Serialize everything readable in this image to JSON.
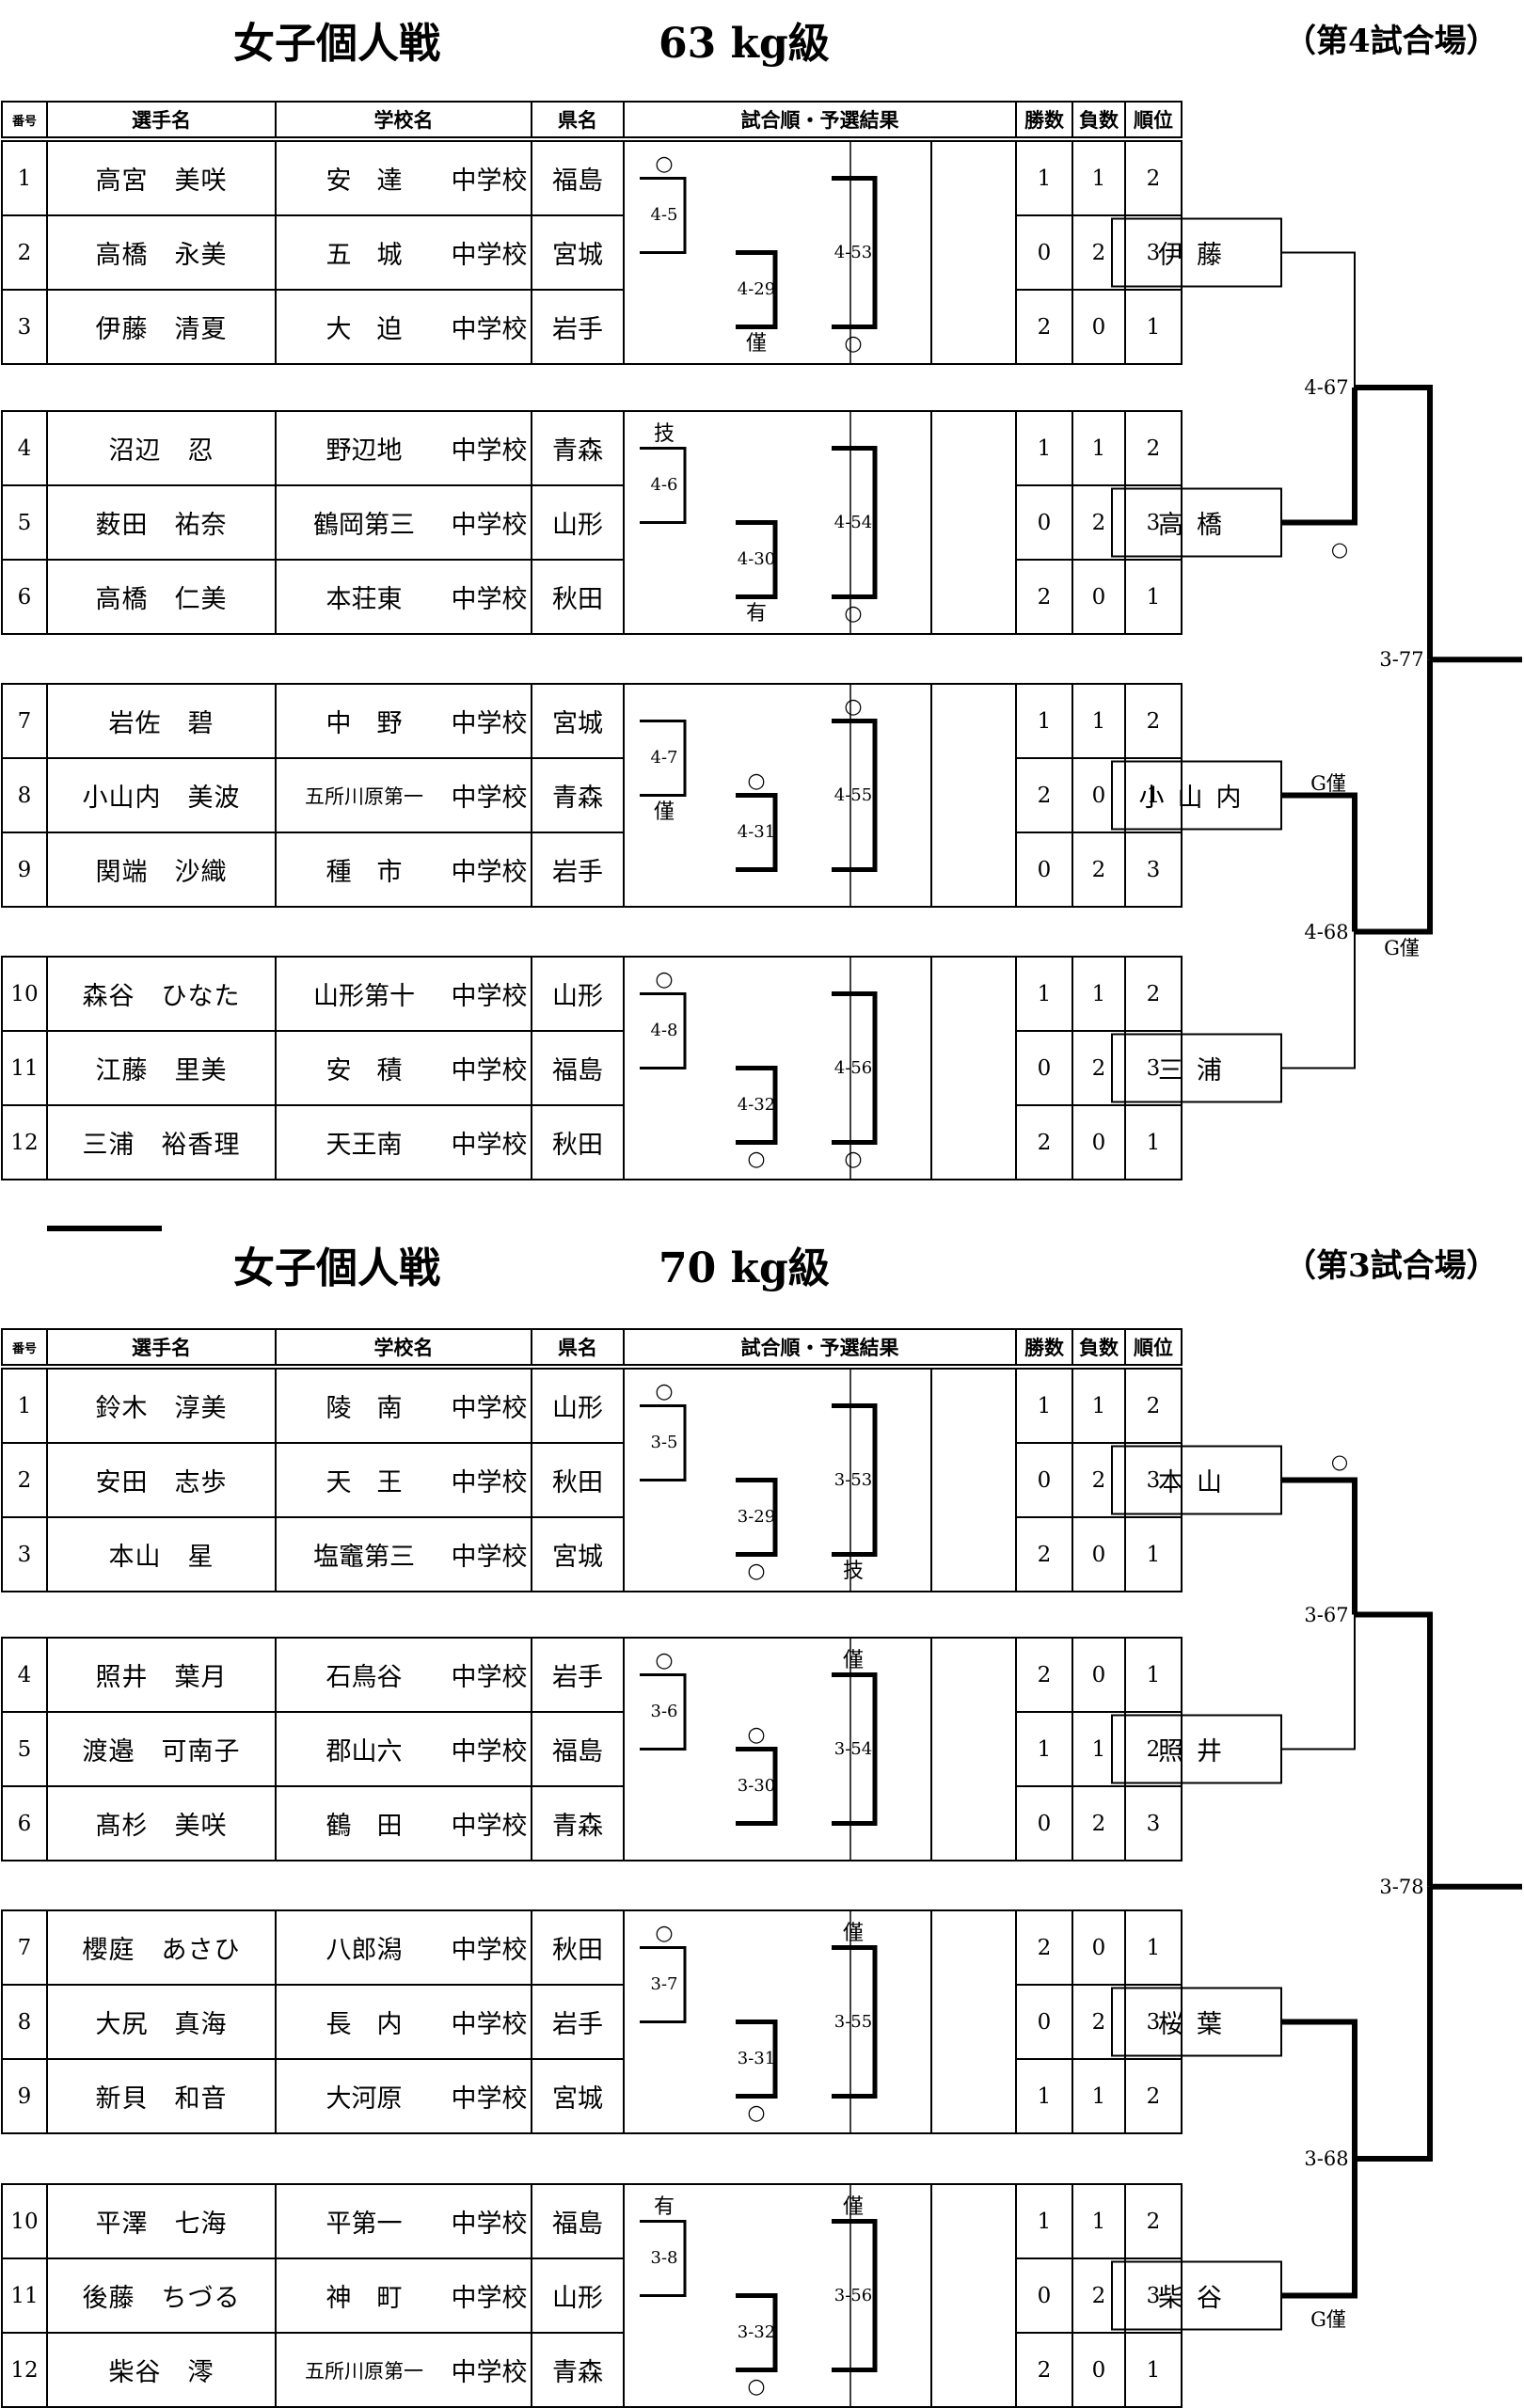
{
  "headers": {
    "num": "番号",
    "name": "選手名",
    "school": "学校名",
    "pref": "県名",
    "match": "試合順・予選結果",
    "wins": "勝数",
    "losses": "負数",
    "rank": "順位"
  },
  "divisions": [
    {
      "title": "女子個人戦",
      "weight": "63 kg級",
      "venue": "（第4試合場）",
      "groups": [
        {
          "players": [
            {
              "num": "1",
              "name": "高宮　美咲",
              "school": "安　達",
              "school_suffix": "中学校",
              "pref": "福島",
              "wins": "1",
              "losses": "1",
              "rank": "2"
            },
            {
              "num": "2",
              "name": "高橋　永美",
              "school": "五　城",
              "school_suffix": "中学校",
              "pref": "宮城",
              "wins": "0",
              "losses": "2",
              "rank": "3"
            },
            {
              "num": "3",
              "name": "伊藤　清夏",
              "school": "大　迫",
              "school_suffix": "中学校",
              "pref": "岩手",
              "wins": "2",
              "losses": "0",
              "rank": "1"
            }
          ],
          "m1": {
            "code": "4-5",
            "top": "○",
            "bottom": ""
          },
          "m2": {
            "code": "4-29",
            "top": "",
            "bottom": "僅"
          },
          "m3": {
            "code": "4-53",
            "top": "",
            "bottom": "○"
          }
        },
        {
          "players": [
            {
              "num": "4",
              "name": "沼辺　忍",
              "school": "野辺地",
              "school_suffix": "中学校",
              "pref": "青森",
              "wins": "1",
              "losses": "1",
              "rank": "2"
            },
            {
              "num": "5",
              "name": "薮田　祐奈",
              "school": "鶴岡第三",
              "school_suffix": "中学校",
              "pref": "山形",
              "wins": "0",
              "losses": "2",
              "rank": "3"
            },
            {
              "num": "6",
              "name": "高橋　仁美",
              "school": "本荘東",
              "school_suffix": "中学校",
              "pref": "秋田",
              "wins": "2",
              "losses": "0",
              "rank": "1"
            }
          ],
          "m1": {
            "code": "4-6",
            "top": "技",
            "bottom": ""
          },
          "m2": {
            "code": "4-30",
            "top": "",
            "bottom": "有"
          },
          "m3": {
            "code": "4-54",
            "top": "",
            "bottom": "○"
          }
        },
        {
          "players": [
            {
              "num": "7",
              "name": "岩佐　碧",
              "school": "中　野",
              "school_suffix": "中学校",
              "pref": "宮城",
              "wins": "1",
              "losses": "1",
              "rank": "2"
            },
            {
              "num": "8",
              "name": "小山内　美波",
              "school": "五所川原第一",
              "school_suffix": "中学校",
              "pref": "青森",
              "wins": "2",
              "losses": "0",
              "rank": "1"
            },
            {
              "num": "9",
              "name": "関端　沙織",
              "school": "種　市",
              "school_suffix": "中学校",
              "pref": "岩手",
              "wins": "0",
              "losses": "2",
              "rank": "3"
            }
          ],
          "m1": {
            "code": "4-7",
            "top": "",
            "bottom": "僅"
          },
          "m2": {
            "code": "4-31",
            "top": "○",
            "bottom": ""
          },
          "m3": {
            "code": "4-55",
            "top": "○",
            "bottom": ""
          }
        },
        {
          "players": [
            {
              "num": "10",
              "name": "森谷　ひなた",
              "school": "山形第十",
              "school_suffix": "中学校",
              "pref": "山形",
              "wins": "1",
              "losses": "1",
              "rank": "2"
            },
            {
              "num": "11",
              "name": "江藤　里美",
              "school": "安　積",
              "school_suffix": "中学校",
              "pref": "福島",
              "wins": "0",
              "losses": "2",
              "rank": "3"
            },
            {
              "num": "12",
              "name": "三浦　裕香理",
              "school": "天王南",
              "school_suffix": "中学校",
              "pref": "秋田",
              "wins": "2",
              "losses": "0",
              "rank": "1"
            }
          ],
          "m1": {
            "code": "4-8",
            "top": "○",
            "bottom": ""
          },
          "m2": {
            "code": "4-32",
            "top": "",
            "bottom": "○"
          },
          "m3": {
            "code": "4-56",
            "top": "",
            "bottom": "○"
          }
        }
      ],
      "finals": {
        "names": [
          "伊藤",
          "高橋",
          "小山内",
          "三浦"
        ],
        "semi1": {
          "code": "4-67",
          "mark": "○"
        },
        "semi2": {
          "code": "4-68",
          "mark_top": "G僅",
          "mark_bottom": "G僅"
        },
        "final": {
          "code": "3-77"
        }
      }
    },
    {
      "title": "女子個人戦",
      "weight": "70 kg級",
      "venue": "（第3試合場）",
      "groups": [
        {
          "players": [
            {
              "num": "1",
              "name": "鈴木　淳美",
              "school": "陵　南",
              "school_suffix": "中学校",
              "pref": "山形",
              "wins": "1",
              "losses": "1",
              "rank": "2"
            },
            {
              "num": "2",
              "name": "安田　志歩",
              "school": "天　王",
              "school_suffix": "中学校",
              "pref": "秋田",
              "wins": "0",
              "losses": "2",
              "rank": "3"
            },
            {
              "num": "3",
              "name": "本山　星",
              "school": "塩竈第三",
              "school_suffix": "中学校",
              "pref": "宮城",
              "wins": "2",
              "losses": "0",
              "rank": "1"
            }
          ],
          "m1": {
            "code": "3-5",
            "top": "○",
            "bottom": ""
          },
          "m2": {
            "code": "3-29",
            "top": "",
            "bottom": "○"
          },
          "m3": {
            "code": "3-53",
            "top": "",
            "bottom": "技"
          }
        },
        {
          "players": [
            {
              "num": "4",
              "name": "照井　葉月",
              "school": "石鳥谷",
              "school_suffix": "中学校",
              "pref": "岩手",
              "wins": "2",
              "losses": "0",
              "rank": "1"
            },
            {
              "num": "5",
              "name": "渡邉　可南子",
              "school": "郡山六",
              "school_suffix": "中学校",
              "pref": "福島",
              "wins": "1",
              "losses": "1",
              "rank": "2"
            },
            {
              "num": "6",
              "name": "髙杉　美咲",
              "school": "鶴　田",
              "school_suffix": "中学校",
              "pref": "青森",
              "wins": "0",
              "losses": "2",
              "rank": "3"
            }
          ],
          "m1": {
            "code": "3-6",
            "top": "○",
            "bottom": ""
          },
          "m2": {
            "code": "3-30",
            "top": "○",
            "bottom": ""
          },
          "m3": {
            "code": "3-54",
            "top": "僅",
            "bottom": ""
          }
        },
        {
          "players": [
            {
              "num": "7",
              "name": "櫻庭　あさひ",
              "school": "八郎潟",
              "school_suffix": "中学校",
              "pref": "秋田",
              "wins": "2",
              "losses": "0",
              "rank": "1"
            },
            {
              "num": "8",
              "name": "大尻　真海",
              "school": "長　内",
              "school_suffix": "中学校",
              "pref": "岩手",
              "wins": "0",
              "losses": "2",
              "rank": "3"
            },
            {
              "num": "9",
              "name": "新貝　和音",
              "school": "大河原",
              "school_suffix": "中学校",
              "pref": "宮城",
              "wins": "1",
              "losses": "1",
              "rank": "2"
            }
          ],
          "m1": {
            "code": "3-7",
            "top": "○",
            "bottom": ""
          },
          "m2": {
            "code": "3-31",
            "top": "",
            "bottom": "○"
          },
          "m3": {
            "code": "3-55",
            "top": "僅",
            "bottom": ""
          }
        },
        {
          "players": [
            {
              "num": "10",
              "name": "平澤　七海",
              "school": "平第一",
              "school_suffix": "中学校",
              "pref": "福島",
              "wins": "1",
              "losses": "1",
              "rank": "2"
            },
            {
              "num": "11",
              "name": "後藤　ちづる",
              "school": "神　町",
              "school_suffix": "中学校",
              "pref": "山形",
              "wins": "0",
              "losses": "2",
              "rank": "3"
            },
            {
              "num": "12",
              "name": "柴谷　澪",
              "school": "五所川原第一",
              "school_suffix": "中学校",
              "pref": "青森",
              "wins": "2",
              "losses": "0",
              "rank": "1"
            }
          ],
          "m1": {
            "code": "3-8",
            "top": "有",
            "bottom": ""
          },
          "m2": {
            "code": "3-32",
            "top": "",
            "bottom": "○"
          },
          "m3": {
            "code": "3-56",
            "top": "僅",
            "bottom": ""
          }
        }
      ],
      "finals": {
        "names": [
          "本山",
          "照井",
          "桜葉",
          "柴谷"
        ],
        "semi1": {
          "code": "3-67",
          "mark": "○"
        },
        "semi2": {
          "code": "3-68",
          "mark_top": "",
          "mark_bottom": "G僅"
        },
        "final": {
          "code": "3-78"
        }
      }
    }
  ]
}
